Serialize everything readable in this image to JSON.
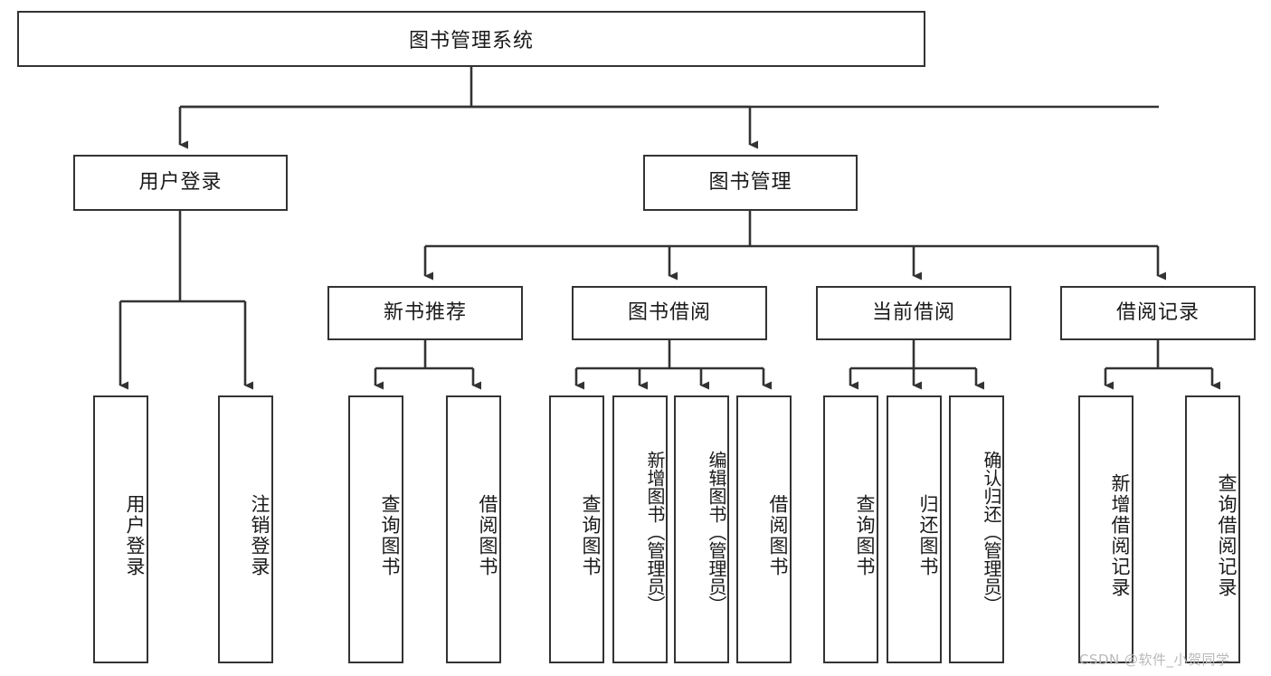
{
  "diagram": {
    "title": "图书管理系统",
    "root": {
      "label": "图书管理系统"
    },
    "level2": [
      {
        "label": "用户登录"
      },
      {
        "label": "图书管理"
      }
    ],
    "level3": [
      {
        "label": "新书推荐"
      },
      {
        "label": "图书借阅"
      },
      {
        "label": "当前借阅"
      },
      {
        "label": "借阅记录"
      }
    ],
    "leaves": {
      "user_login": [
        {
          "label": "用户登录"
        },
        {
          "label": "注销登录"
        }
      ],
      "new_book": [
        {
          "label": "查询图书"
        },
        {
          "label": "借阅图书"
        }
      ],
      "book_borrow": [
        {
          "label": "查询图书"
        },
        {
          "label": "新增图书（管理员）"
        },
        {
          "label": "编辑图书（管理员）"
        },
        {
          "label": "借阅图书"
        }
      ],
      "current_borrow": [
        {
          "label": "查询图书"
        },
        {
          "label": "归还图书"
        },
        {
          "label": "确认归还（管理员）"
        }
      ],
      "borrow_record": [
        {
          "label": "新增借阅记录"
        },
        {
          "label": "查询借阅记录"
        }
      ]
    }
  },
  "watermark": {
    "text": "CSDN @软件_小贺同学"
  },
  "colors": {
    "border": "#333333",
    "text": "#1a1a1a",
    "background": "#ffffff",
    "watermark": "#b9b9b9"
  }
}
